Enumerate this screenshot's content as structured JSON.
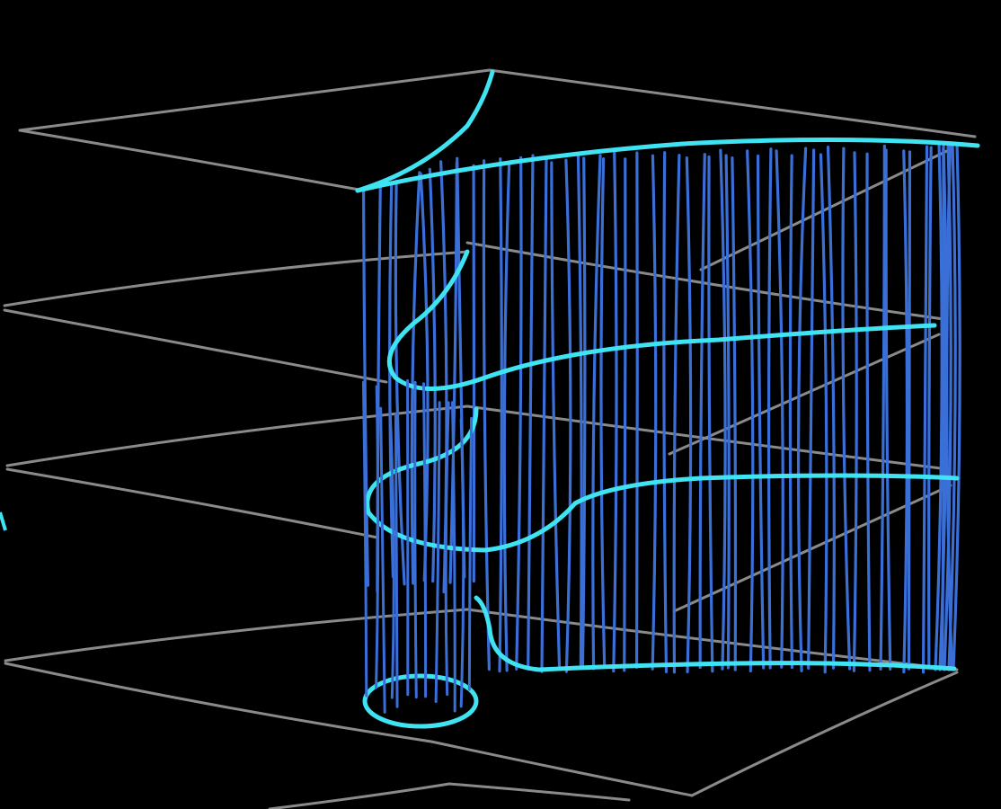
{
  "scene": {
    "background": "#000000",
    "colors": {
      "floor_plate": "#8a8a8a",
      "mullion": "#3a6fd8",
      "edge_highlight": "#3fe3f2"
    },
    "elements": [
      "floor-plate-outlines",
      "vertical-fin-facade",
      "curved-slab-edges",
      "cylindrical-base-column"
    ]
  }
}
